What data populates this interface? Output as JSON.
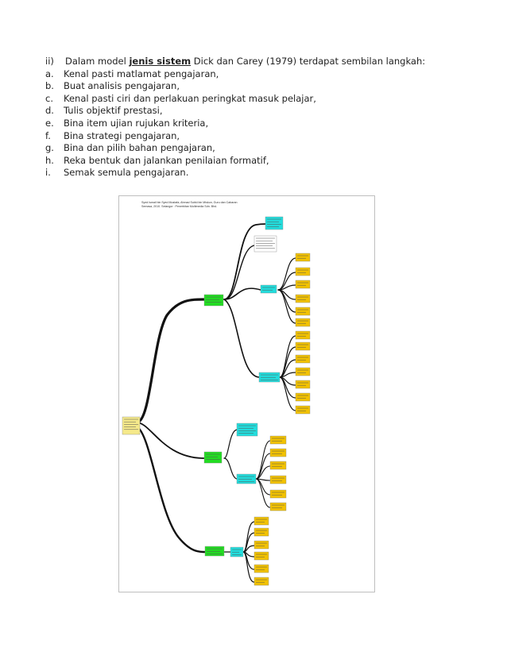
{
  "intro": {
    "prefix": "ii)",
    "before": "Dalam model ",
    "emph": "jenis sistem",
    "after": " Dick dan Carey (1979) terdapat sembilan langkah:"
  },
  "steps": [
    {
      "marker": "a.",
      "text": "Kenal pasti matlamat pengajaran,"
    },
    {
      "marker": "b.",
      "text": "Buat analisis pengajaran,"
    },
    {
      "marker": "c.",
      "text": "Kenal pasti ciri dan perlakuan peringkat masuk pelajar,"
    },
    {
      "marker": "d.",
      "text": "Tulis objektif prestasi,"
    },
    {
      "marker": "e.",
      "text": "Bina item ujian rujukan kriteria,"
    },
    {
      "marker": "f.",
      "text": "Bina strategi pengajaran,"
    },
    {
      "marker": "g.",
      "text": "Bina dan pilih bahan pengajaran,"
    },
    {
      "marker": "h.",
      "text": "Reka bentuk dan jalankan penilaian formatif,"
    },
    {
      "marker": "i.",
      "text": "Semak semula pengajaran."
    }
  ],
  "figure": {
    "caption": "Syed Ismail bin Syed Mustafa, Ahmad Subki bin Miskon, Guru dan Cabaran Semasa, 2010. Selangor : Penerbitan Multimedia Sdn. Bhd.",
    "colors": {
      "root": "#f5e98a",
      "level1": "#22dd22",
      "level2": "#22dddd",
      "leaf": "#f2c200",
      "branch": "#111111"
    }
  }
}
